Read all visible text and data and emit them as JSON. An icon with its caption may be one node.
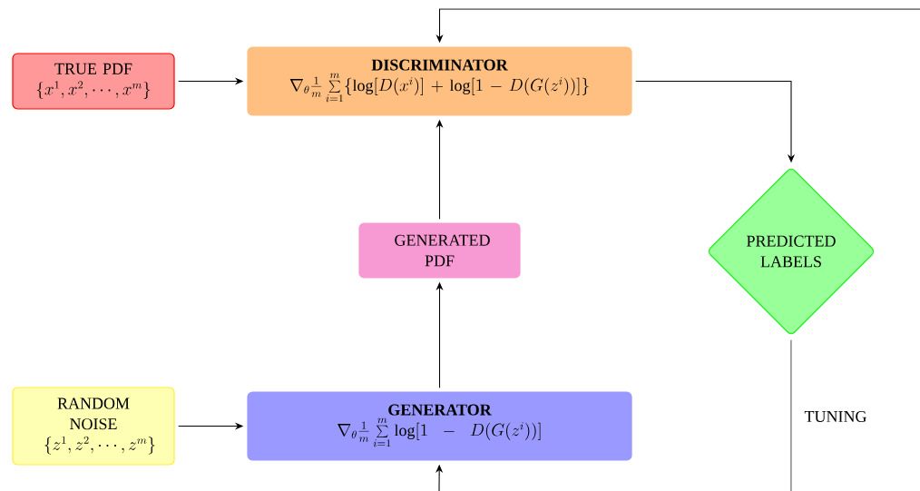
{
  "diagram": {
    "nodes": [
      {
        "text": [
          "TRUE PDF",
          "\\{x^1, x^2, \\cdots, x^m\\}"
        ]
      },
      {
        "text": [
          "DISCRIMINATOR",
          "\\nabla_\\theta \\frac{1}{m} \\sum\\limits_{i=1}^{m} \\{\\log[D(x^i)] + \\log[1-D(G(z^i))]\\}"
        ]
      },
      {
        "text": [
          "GENERATED PDF"
        ]
      },
      {
        "text": [
          "PREDICTED LABELS"
        ]
      },
      {
        "text": [
          "RANDOM NOISE",
          "\\{z^1, z^2, \\cdots, z^m\\}"
        ]
      },
      {
        "text": [
          "GENERATOR",
          "\\nabla_\\theta \\frac{1}{m} \\sum\\limits_{i=1}^{m} \\log[1\\ -\\ D(G(z^i))]"
        ]
      }
    ],
    "edges": [
      {
        "from": 0,
        "to": 1,
        "arrow": "to"
      },
      {
        "from": 1,
        "to": 3,
        "arrow": "to"
      },
      {
        "from": 2,
        "to": 1,
        "arrow": "to"
      },
      {
        "from": 4,
        "to": 5,
        "arrow": "to"
      },
      {
        "from": 5,
        "to": 2,
        "arrow": "to"
      },
      {
        "from": 3,
        "to": null,
        "arrow": "none",
        "label": "TUNING"
      },
      {
        "from": null,
        "to": 5,
        "arrow": "to"
      },
      {
        "from": null,
        "to": 1,
        "arrow": "to"
      }
    ]
  }
}
